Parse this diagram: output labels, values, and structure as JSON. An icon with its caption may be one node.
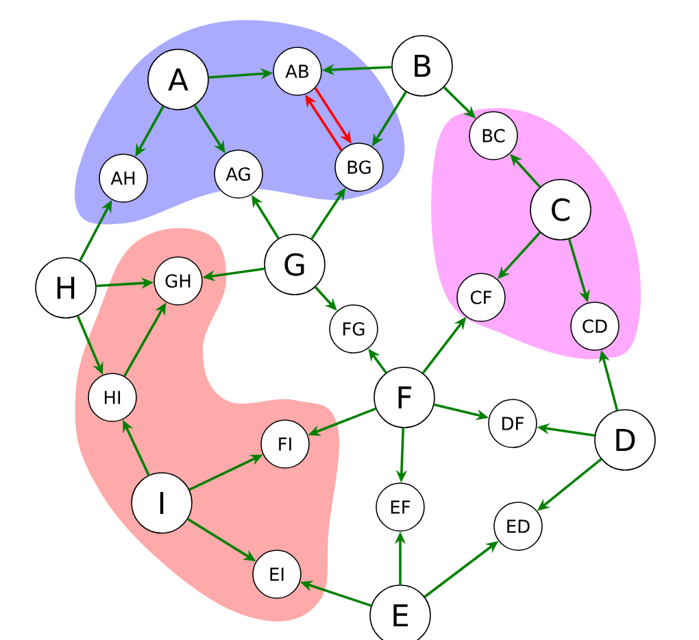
{
  "diagram": {
    "nodes": [
      {
        "text": [
          "A"
        ]
      },
      {
        "text": [
          "AB"
        ]
      },
      {
        "text": [
          "B"
        ]
      },
      {
        "text": [
          "AH"
        ]
      },
      {
        "text": [
          "AG"
        ]
      },
      {
        "text": [
          "BG"
        ]
      },
      {
        "text": [
          "BC"
        ]
      },
      {
        "text": [
          "C"
        ]
      },
      {
        "text": [
          "H"
        ]
      },
      {
        "text": [
          "GH"
        ]
      },
      {
        "text": [
          "G"
        ]
      },
      {
        "text": [
          "CF"
        ]
      },
      {
        "text": [
          "FG"
        ]
      },
      {
        "text": [
          "CD"
        ]
      },
      {
        "text": [
          "HI"
        ]
      },
      {
        "text": [
          "F"
        ]
      },
      {
        "text": [
          "DF"
        ]
      },
      {
        "text": [
          "D"
        ]
      },
      {
        "text": [
          "FI"
        ]
      },
      {
        "text": [
          "I"
        ]
      },
      {
        "text": [
          "EF"
        ]
      },
      {
        "text": [
          "ED"
        ]
      },
      {
        "text": [
          "EI"
        ]
      },
      {
        "text": [
          "E"
        ]
      }
    ],
    "edges": [
      {
        "from": 0,
        "to": 1,
        "arrow": "to"
      },
      {
        "from": 0,
        "to": 3,
        "arrow": "to"
      },
      {
        "from": 0,
        "to": 4,
        "arrow": "to"
      },
      {
        "from": 2,
        "to": 1,
        "arrow": "to"
      },
      {
        "from": 2,
        "to": 5,
        "arrow": "to"
      },
      {
        "from": 2,
        "to": 6,
        "arrow": "to"
      },
      {
        "from": 1,
        "to": 5,
        "arrow": "to",
        "color": "#ff0000"
      },
      {
        "from": 5,
        "to": 1,
        "arrow": "to",
        "color": "#ff0000"
      },
      {
        "from": 10,
        "to": 4,
        "arrow": "to"
      },
      {
        "from": 10,
        "to": 5,
        "arrow": "to"
      },
      {
        "from": 10,
        "to": 9,
        "arrow": "to"
      },
      {
        "from": 10,
        "to": 12,
        "arrow": "to"
      },
      {
        "from": 8,
        "to": 3,
        "arrow": "to"
      },
      {
        "from": 8,
        "to": 9,
        "arrow": "to"
      },
      {
        "from": 8,
        "to": 14,
        "arrow": "to"
      },
      {
        "from": 14,
        "to": 9,
        "arrow": "to"
      },
      {
        "from": 7,
        "to": 6,
        "arrow": "to"
      },
      {
        "from": 7,
        "to": 11,
        "arrow": "to"
      },
      {
        "from": 7,
        "to": 13,
        "arrow": "to"
      },
      {
        "from": 15,
        "to": 11,
        "arrow": "to"
      },
      {
        "from": 15,
        "to": 12,
        "arrow": "to"
      },
      {
        "from": 15,
        "to": 18,
        "arrow": "to"
      },
      {
        "from": 15,
        "to": 16,
        "arrow": "to"
      },
      {
        "from": 15,
        "to": 20,
        "arrow": "to"
      },
      {
        "from": 17,
        "to": 16,
        "arrow": "to"
      },
      {
        "from": 17,
        "to": 13,
        "arrow": "to"
      },
      {
        "from": 17,
        "to": 21,
        "arrow": "to"
      },
      {
        "from": 19,
        "to": 14,
        "arrow": "to"
      },
      {
        "from": 19,
        "to": 18,
        "arrow": "to"
      },
      {
        "from": 19,
        "to": 22,
        "arrow": "to"
      },
      {
        "from": 23,
        "to": 22,
        "arrow": "to"
      },
      {
        "from": 23,
        "to": 20,
        "arrow": "to"
      },
      {
        "from": 23,
        "to": 21,
        "arrow": "to"
      }
    ]
  }
}
